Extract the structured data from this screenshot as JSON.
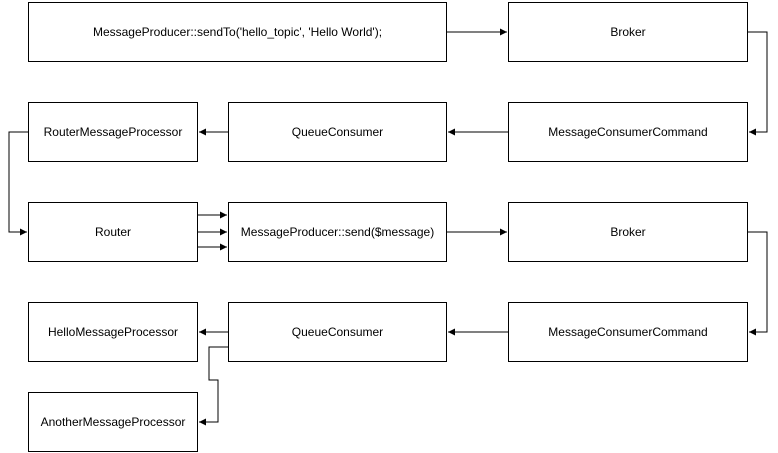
{
  "nodes": {
    "producer_send_to": "MessageProducer::sendTo('hello_topic', 'Hello World');",
    "broker_1": "Broker",
    "router_message_processor": "RouterMessageProcessor",
    "queue_consumer_1": "QueueConsumer",
    "message_consumer_command_1": "MessageConsumerCommand",
    "router": "Router",
    "producer_send": "MessageProducer::send($message)",
    "broker_2": "Broker",
    "hello_message_processor": "HelloMessageProcessor",
    "queue_consumer_2": "QueueConsumer",
    "message_consumer_command_2": "MessageConsumerCommand",
    "another_message_processor": "AnotherMessageProcessor"
  },
  "edges": [
    {
      "from": "producer_send_to",
      "to": "broker_1"
    },
    {
      "from": "broker_1",
      "to": "message_consumer_command_1"
    },
    {
      "from": "message_consumer_command_1",
      "to": "queue_consumer_1"
    },
    {
      "from": "queue_consumer_1",
      "to": "router_message_processor"
    },
    {
      "from": "router_message_processor",
      "to": "router"
    },
    {
      "from": "router",
      "to": "producer_send",
      "count": 3
    },
    {
      "from": "producer_send",
      "to": "broker_2"
    },
    {
      "from": "broker_2",
      "to": "message_consumer_command_2"
    },
    {
      "from": "message_consumer_command_2",
      "to": "queue_consumer_2"
    },
    {
      "from": "queue_consumer_2",
      "to": "hello_message_processor"
    },
    {
      "from": "queue_consumer_2",
      "to": "another_message_processor"
    }
  ]
}
